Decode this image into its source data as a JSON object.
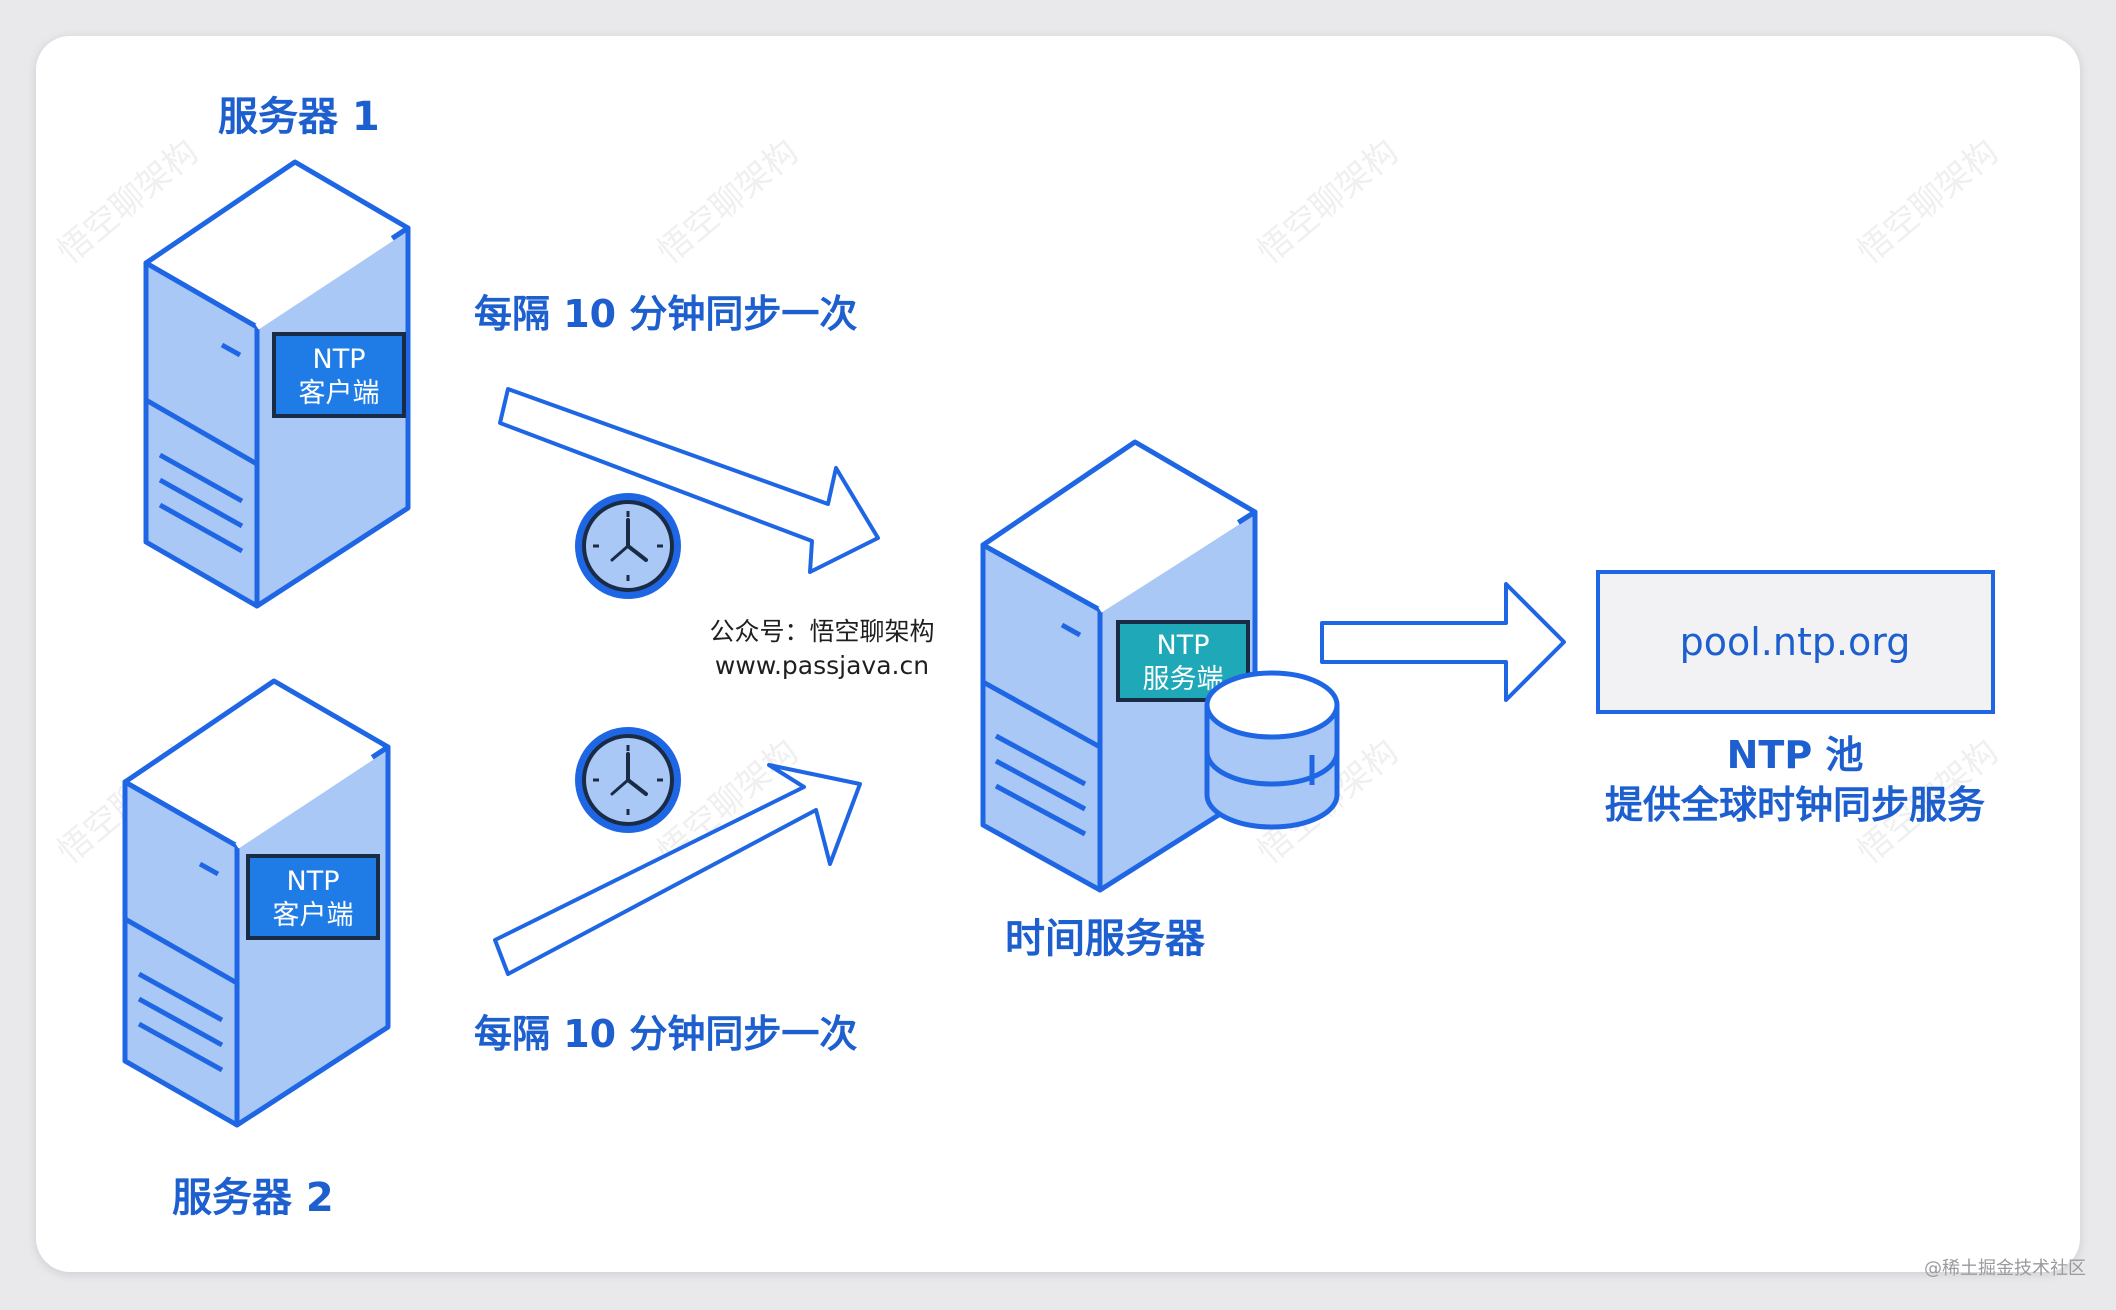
{
  "colors": {
    "blue": "#1f66e5",
    "light_blue": "#a9c8f5",
    "top_face": "#ffffff",
    "label_dark": "#1d5fcf",
    "client_box": "#1f7be5",
    "server_box": "#1fa8b8",
    "pool_box": "#f2f2f4"
  },
  "server1": {
    "title": "服务器 1",
    "box_line1": "NTP",
    "box_line2": "客户端"
  },
  "server2": {
    "title": "服务器 2",
    "box_line1": "NTP",
    "box_line2": "客户端"
  },
  "time_server": {
    "title": "时间服务器",
    "box_line1": "NTP",
    "box_line2": "服务端"
  },
  "arrows": {
    "top_label": "每隔 10 分钟同步一次",
    "bottom_label": "每隔 10 分钟同步一次"
  },
  "pool": {
    "box_text": "pool.ntp.org",
    "caption_line1": "NTP 池",
    "caption_line2": "提供全球时钟同步服务"
  },
  "mark": {
    "line1": "公众号：悟空聊架构",
    "line2": "www.passjava.cn"
  },
  "watermark": {
    "text": "悟空聊架构"
  },
  "footer": {
    "text": "@稀土掘金技术社区"
  },
  "icons": [
    "server-icon",
    "clock-icon",
    "database-icon",
    "arrow-icon"
  ]
}
